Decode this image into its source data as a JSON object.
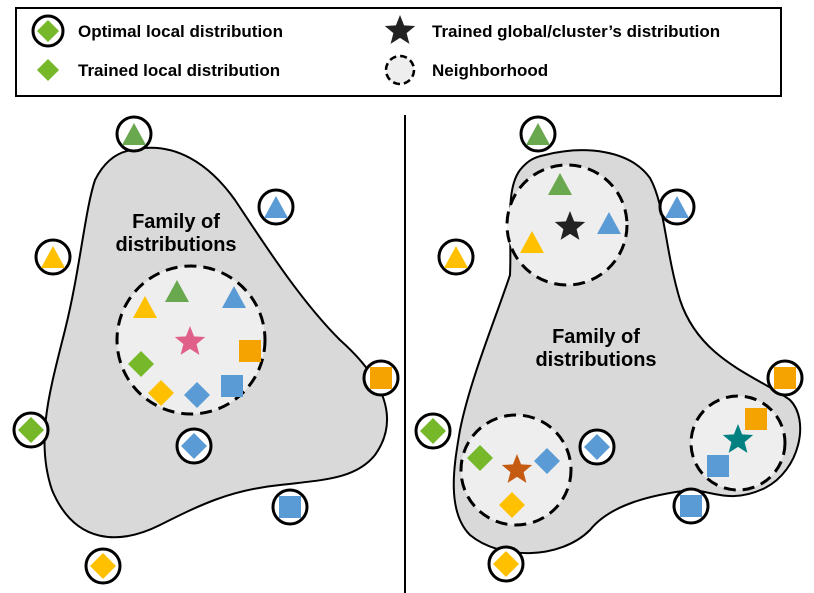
{
  "legend": {
    "optimal_local": "Optimal local distribution",
    "trained_local": "Trained local distribution",
    "trained_global": "Trained global/cluster’s distribution",
    "neighborhood": "Neighborhood"
  },
  "left_panel": {
    "family_line1": "Family of",
    "family_line2": "distributions"
  },
  "right_panel": {
    "family_line1": "Family of",
    "family_line2": "distributions"
  },
  "colors": {
    "green": "#6aa84f",
    "green_diamond": "#77b82a",
    "yellow": "#ffc000",
    "blue": "#5b9bd5",
    "orange": "#f5a300",
    "pink_star": "#e0608a",
    "brown_star": "#c55a11",
    "teal_star": "#008080",
    "black_star": "#222222",
    "family_fill": "#d9d9d9",
    "neighborhood_fill": "#eeeeee"
  }
}
